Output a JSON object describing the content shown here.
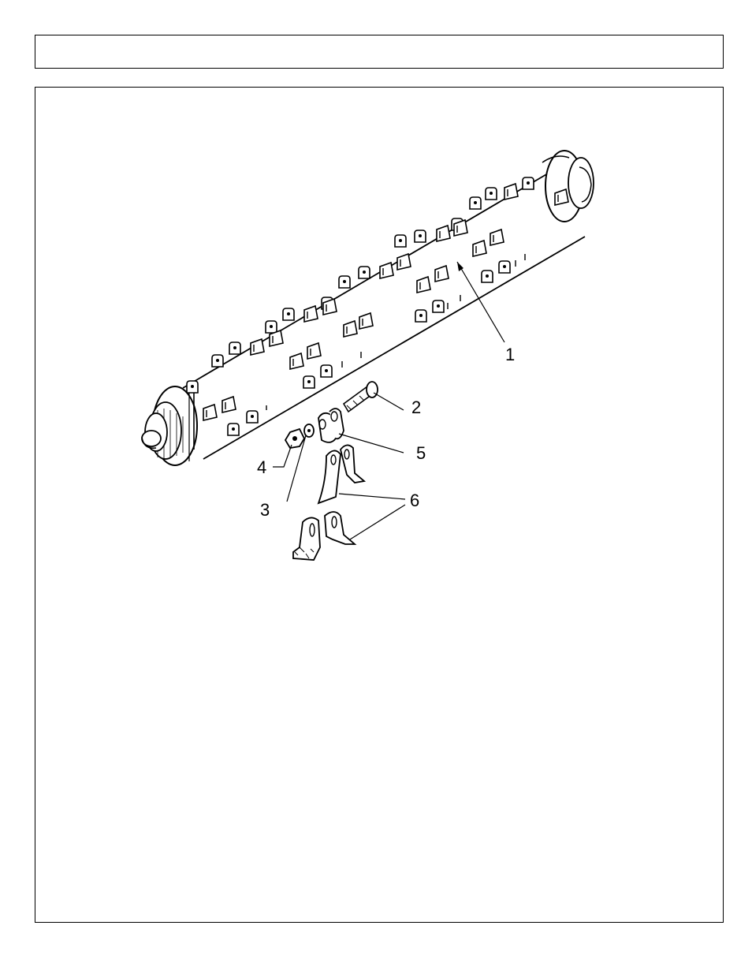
{
  "header": {
    "title": ""
  },
  "diagram": {
    "callouts": [
      {
        "id": "1",
        "label": "1"
      },
      {
        "id": "2",
        "label": "2"
      },
      {
        "id": "3",
        "label": "3"
      },
      {
        "id": "4",
        "label": "4"
      },
      {
        "id": "5",
        "label": "5"
      },
      {
        "id": "6",
        "label": "6"
      }
    ],
    "parts": [
      "rotor-drum",
      "pin-bolt",
      "lock-washer",
      "nut",
      "d-shackle",
      "flail-knife"
    ]
  }
}
